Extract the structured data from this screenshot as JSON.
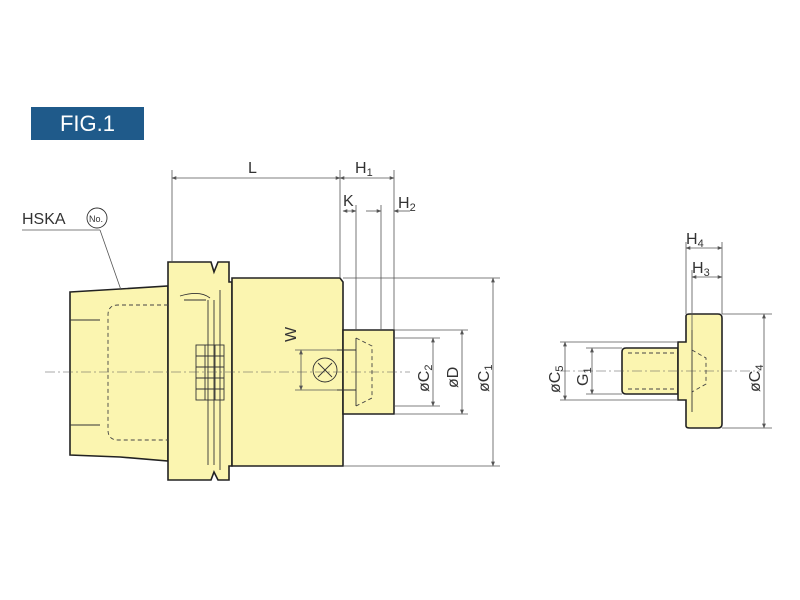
{
  "figure": {
    "badge_label": "FIG.1",
    "badge_color": "#1f5a8a",
    "body_fill": "#fbf5b0"
  },
  "labels": {
    "hska": "HSKA",
    "hska_circled": "No.",
    "L": "L",
    "H1": {
      "main": "H",
      "sub": "1"
    },
    "K": "K",
    "H2": {
      "main": "H",
      "sub": "2"
    },
    "W": "W",
    "C2": {
      "main": "øC",
      "sub": "2"
    },
    "D": "øD",
    "C1": {
      "main": "øC",
      "sub": "1"
    },
    "H4": {
      "main": "H",
      "sub": "4"
    },
    "H3": {
      "main": "H",
      "sub": "3"
    },
    "C5": {
      "main": "øC",
      "sub": "5"
    },
    "G1": {
      "main": "G",
      "sub": "1"
    },
    "C4": {
      "main": "øC",
      "sub": "4"
    }
  }
}
